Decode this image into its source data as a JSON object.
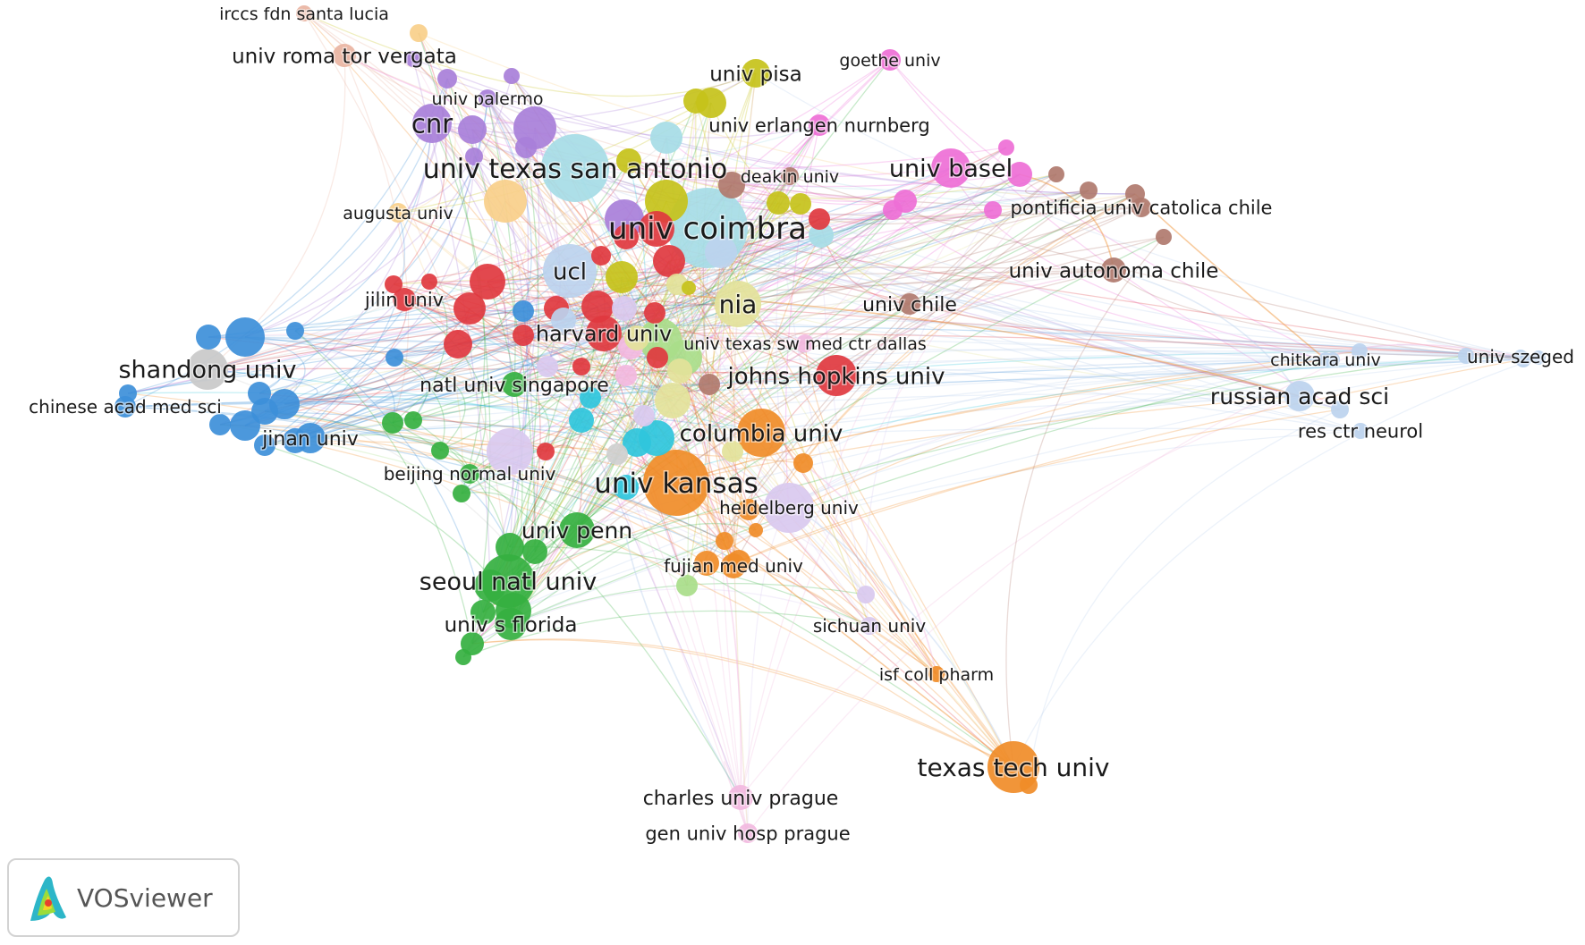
{
  "app": {
    "name": "VOSviewer"
  },
  "cluster_colors": {
    "red": "#e0383f",
    "green": "#35b040",
    "blue": "#3d8fd9",
    "gold": "#c5c21a",
    "purple": "#a87fd9",
    "cyan": "#2fc6dc",
    "orange": "#f08c28",
    "brown": "#b07a6e",
    "pink": "#ee6fd6",
    "lightblue": "#bcd2ee",
    "lightpink": "#f2b9df",
    "salmon": "#e9b4a2",
    "peach": "#f8cf8a",
    "lightpurple": "#d9c9ef",
    "lightgreen": "#a9dd8a",
    "lightyellow": "#e3e29a",
    "lightcyan": "#a6dce6",
    "gray": "#c9c9c9"
  },
  "labels": [
    {
      "text": "irccs fdn santa lucia"
    },
    {
      "text": "univ roma tor vergata"
    },
    {
      "text": "univ palermo"
    },
    {
      "text": "cnr"
    },
    {
      "text": "univ pisa"
    },
    {
      "text": "goethe univ"
    },
    {
      "text": "univ erlangen nurnberg"
    },
    {
      "text": "univ texas san antonio"
    },
    {
      "text": "deakin univ"
    },
    {
      "text": "univ basel"
    },
    {
      "text": "augusta univ"
    },
    {
      "text": "univ coimbra"
    },
    {
      "text": "pontificia univ catolica chile"
    },
    {
      "text": "ucl"
    },
    {
      "text": "univ autonoma chile"
    },
    {
      "text": "jilin univ"
    },
    {
      "text": "nia"
    },
    {
      "text": "univ chile"
    },
    {
      "text": "harvard univ"
    },
    {
      "text": "univ texas sw med ctr dallas"
    },
    {
      "text": "shandong univ"
    },
    {
      "text": "natl univ singapore"
    },
    {
      "text": "johns hopkins univ"
    },
    {
      "text": "chitkara univ"
    },
    {
      "text": "univ szeged"
    },
    {
      "text": "russian acad sci"
    },
    {
      "text": "chinese acad med sci"
    },
    {
      "text": "res ctr neurol"
    },
    {
      "text": "columbia univ"
    },
    {
      "text": "jinan univ"
    },
    {
      "text": "beijing normal univ"
    },
    {
      "text": "univ kansas"
    },
    {
      "text": "heidelberg univ"
    },
    {
      "text": "univ penn"
    },
    {
      "text": "fujian med univ"
    },
    {
      "text": "seoul natl univ"
    },
    {
      "text": "univ s florida"
    },
    {
      "text": "sichuan univ"
    },
    {
      "text": "isf coll pharm"
    },
    {
      "text": "texas tech univ"
    },
    {
      "text": "charles univ prague"
    },
    {
      "text": "gen univ hosp prague"
    }
  ]
}
